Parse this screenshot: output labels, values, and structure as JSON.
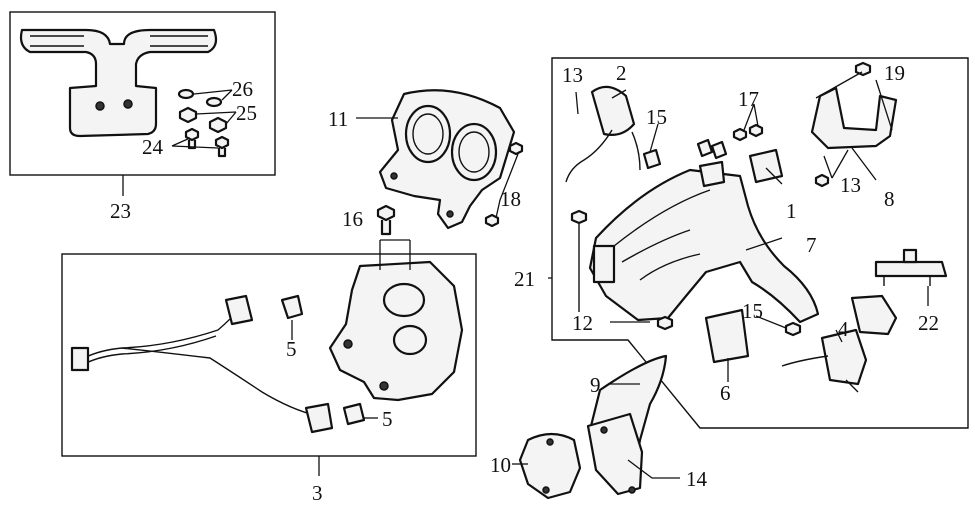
{
  "diagram": {
    "callouts": {
      "c1": "1",
      "c2": "2",
      "c3": "3",
      "c4": "4",
      "c5a": "5",
      "c5b": "5",
      "c6": "6",
      "c7": "7",
      "c8": "8",
      "c9": "9",
      "c10": "10",
      "c11": "11",
      "c12": "12",
      "c13a": "13",
      "c13b": "13",
      "c14": "14",
      "c15a": "15",
      "c15b": "15",
      "c16": "16",
      "c17": "17",
      "c18": "18",
      "c19": "19",
      "c21": "21",
      "c22": "22",
      "c23": "23",
      "c24": "24",
      "c25": "25",
      "c26": "26"
    }
  }
}
